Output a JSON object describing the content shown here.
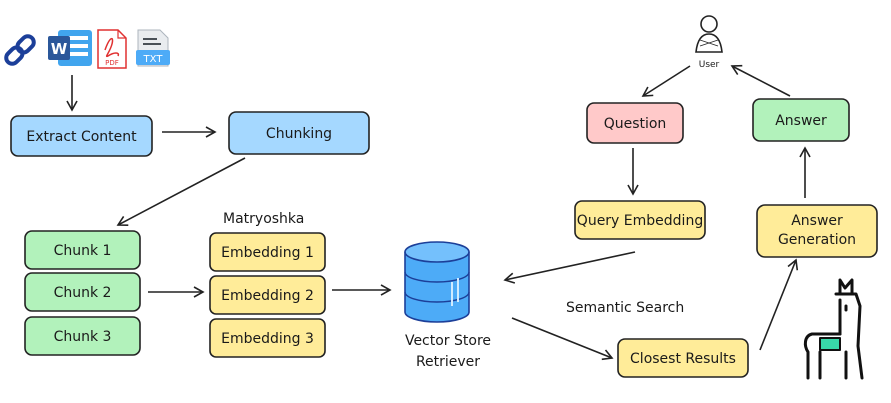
{
  "source_icons": {
    "link": "link-icon",
    "word": "word-document-icon",
    "pdf": "pdf-icon",
    "pdf_text": "PDF",
    "txt": "txt-file-icon",
    "txt_text": "TXT"
  },
  "nodes": {
    "extract": "Extract Content",
    "chunking": "Chunking",
    "chunk1": "Chunk 1",
    "chunk2": "Chunk 2",
    "chunk3": "Chunk 3",
    "embedding1": "Embedding 1",
    "embedding2": "Embedding 2",
    "embedding3": "Embedding 3",
    "vector_store_line1": "Vector Store",
    "vector_store_line2": "Retriever",
    "question": "Question",
    "answer": "Answer",
    "query_embedding": "Query Embedding",
    "answer_gen_line1": "Answer",
    "answer_gen_line2": "Generation",
    "closest_results": "Closest Results",
    "user": "User"
  },
  "labels": {
    "matryoshka": "Matryoshka",
    "semantic_search": "Semantic Search"
  },
  "colors": {
    "blue_box": "#a5d8ff",
    "green_box": "#b2f2bb",
    "yellow_box": "#ffec99",
    "red_box": "#ffc9c9",
    "db_blue": "#4dabf7",
    "word_blue": "#2b579a",
    "pdf_red": "#e03131",
    "txt_blue": "#4dabf7",
    "llama_teal": "#38d9a9"
  }
}
